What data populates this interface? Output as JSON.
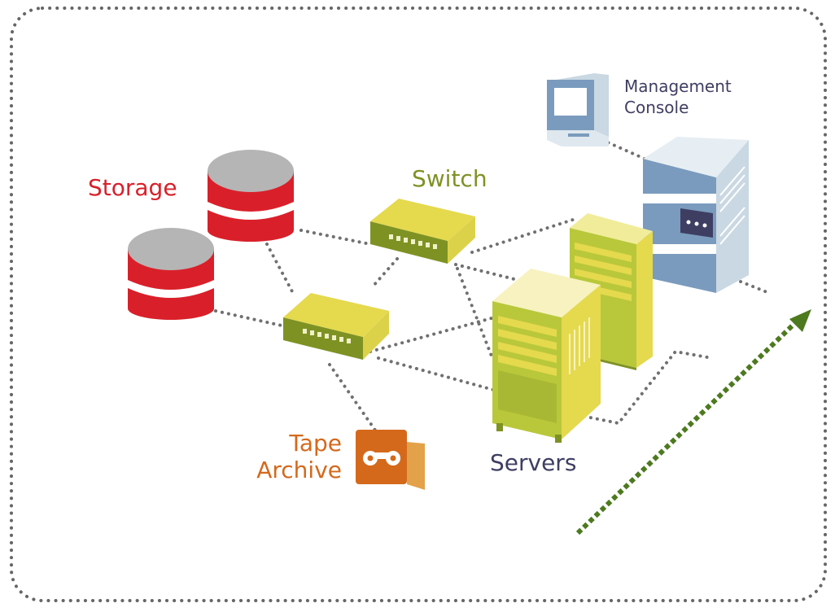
{
  "diagram": {
    "labels": {
      "storage": "Storage",
      "switch": "Switch",
      "management_line1": "Management",
      "management_line2": "Console",
      "tape_line1": "Tape",
      "tape_line2": "Archive",
      "servers": "Servers"
    },
    "colors": {
      "storage_red": "#d9202a",
      "storage_gray": "#b5b5b5",
      "switch_green": "#7e9224",
      "switch_yellow": "#dcd24a",
      "tape_orange": "#d4691c",
      "server_green": "#b9c83a",
      "server_yellow": "#e5d94e",
      "mgmt_blue": "#7a9bbd",
      "mgmt_light": "#c9d8e2",
      "servers_text": "#3e3e63",
      "mgmt_text": "#3e3e63",
      "connector_gray": "#707070",
      "border_gray": "#666666",
      "arrow_green": "#4d7a1f"
    }
  }
}
